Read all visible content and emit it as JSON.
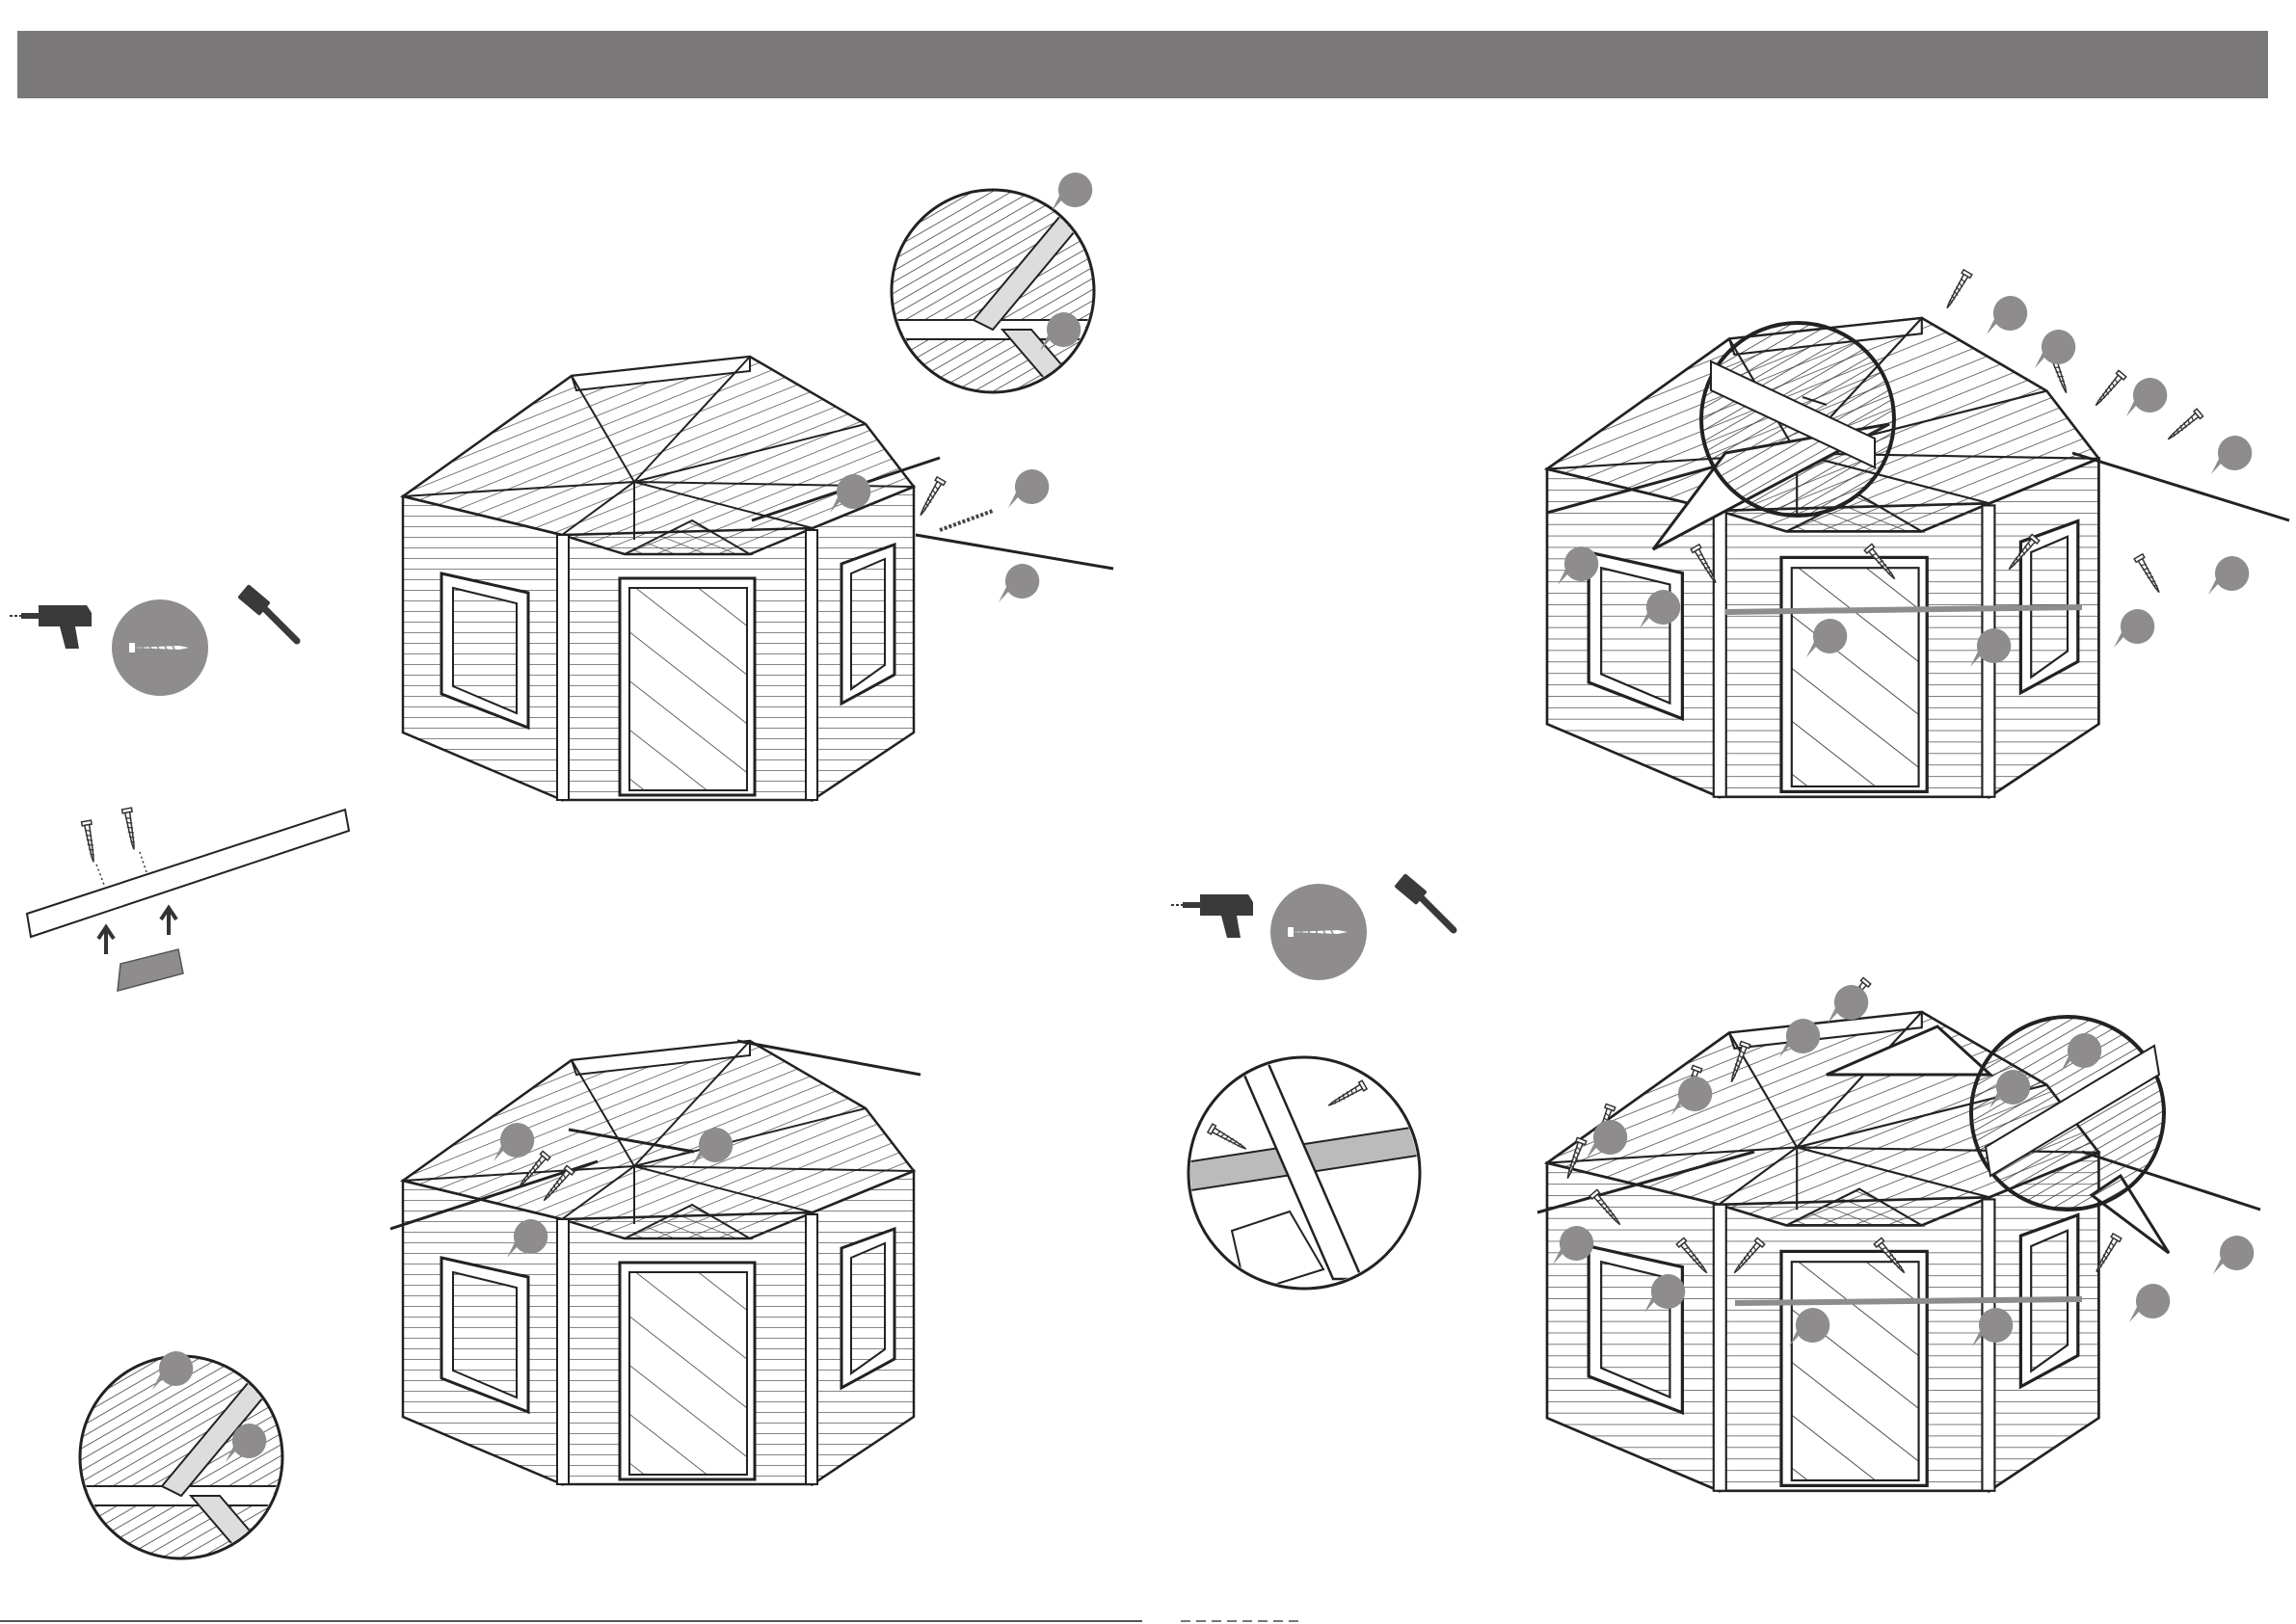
{
  "header": {
    "color": "#7a7878"
  },
  "colors": {
    "line": "#2a2a2a",
    "marker": "#8e8c8c",
    "fill": "#ffffff",
    "tool": "#3a3a3a"
  },
  "icons": {
    "tools": [
      "drill-icon",
      "screw-icon",
      "hammer-icon"
    ],
    "parts": [
      "screw-icon",
      "roof-batten",
      "bracket"
    ]
  },
  "steps": [
    {
      "id": "step-1",
      "detail": "detail-circle-top"
    },
    {
      "id": "step-2",
      "detail": "detail-circle-bottom"
    },
    {
      "id": "step-3",
      "detail": "detail-circle-right-top"
    },
    {
      "id": "step-4",
      "detail": "detail-circle-right-bottom"
    }
  ]
}
